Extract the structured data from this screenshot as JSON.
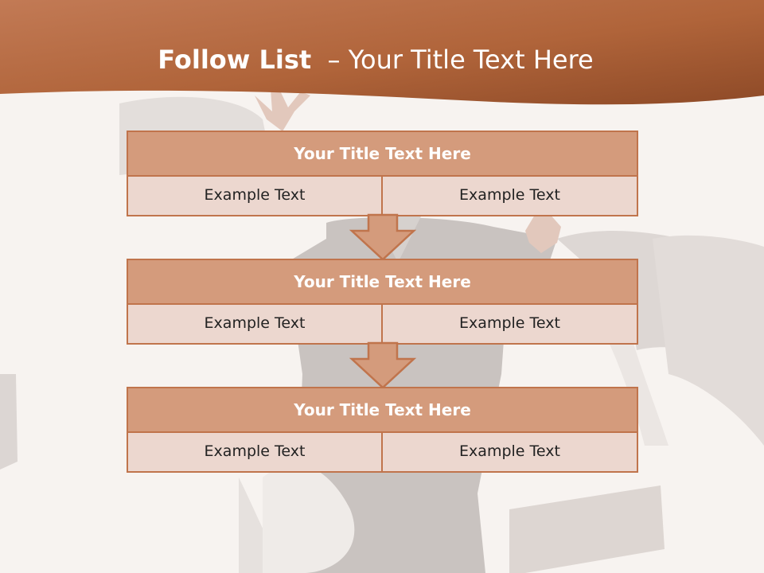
{
  "slide": {
    "title_bold": "Follow List",
    "title_rest": "Your Title Text Here",
    "title_separator": "–"
  },
  "colors": {
    "header": "#b0643a",
    "block_head": "#d49b7c",
    "block_cell": "#ecd7cf",
    "border": "#c0744c"
  },
  "blocks": [
    {
      "title": "Your Title Text Here",
      "left": "Example Text",
      "right": "Example Text"
    },
    {
      "title": "Your Title Text Here",
      "left": "Example Text",
      "right": "Example Text"
    },
    {
      "title": "Your Title Text Here",
      "left": "Example Text",
      "right": "Example Text"
    }
  ],
  "arrows": [
    "down-arrow-icon",
    "down-arrow-icon"
  ]
}
